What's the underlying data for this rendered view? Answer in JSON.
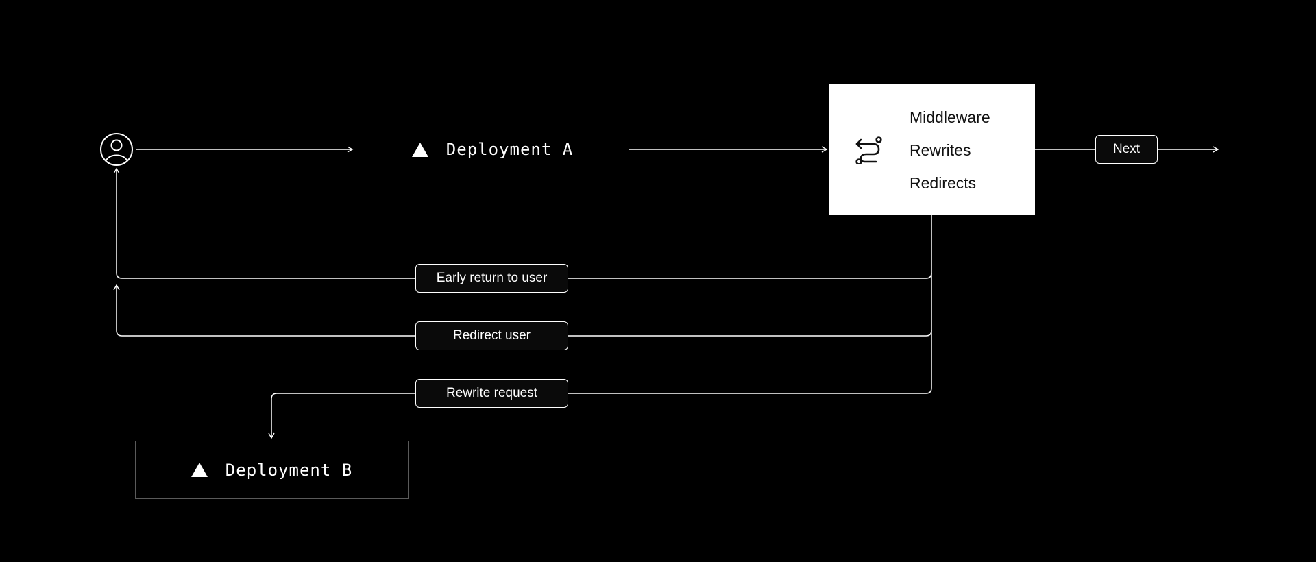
{
  "diagram": {
    "user": {
      "icon": "user-avatar-icon"
    },
    "deployment_a": {
      "label": "Deployment A",
      "icon": "triangle-logo-icon"
    },
    "deployment_b": {
      "label": "Deployment B",
      "icon": "triangle-logo-icon"
    },
    "middleware": {
      "icon": "route-icon",
      "items": [
        "Middleware",
        "Rewrites",
        "Redirects"
      ]
    },
    "next": {
      "label": "Next"
    },
    "edges": {
      "early_return": "Early return to user",
      "redirect": "Redirect user",
      "rewrite": "Rewrite request"
    },
    "colors": {
      "background": "#000000",
      "line": "#ffffff",
      "box_border": "#5a5a5a",
      "middleware_fill": "#ffffff",
      "middleware_text": "#111111"
    }
  }
}
